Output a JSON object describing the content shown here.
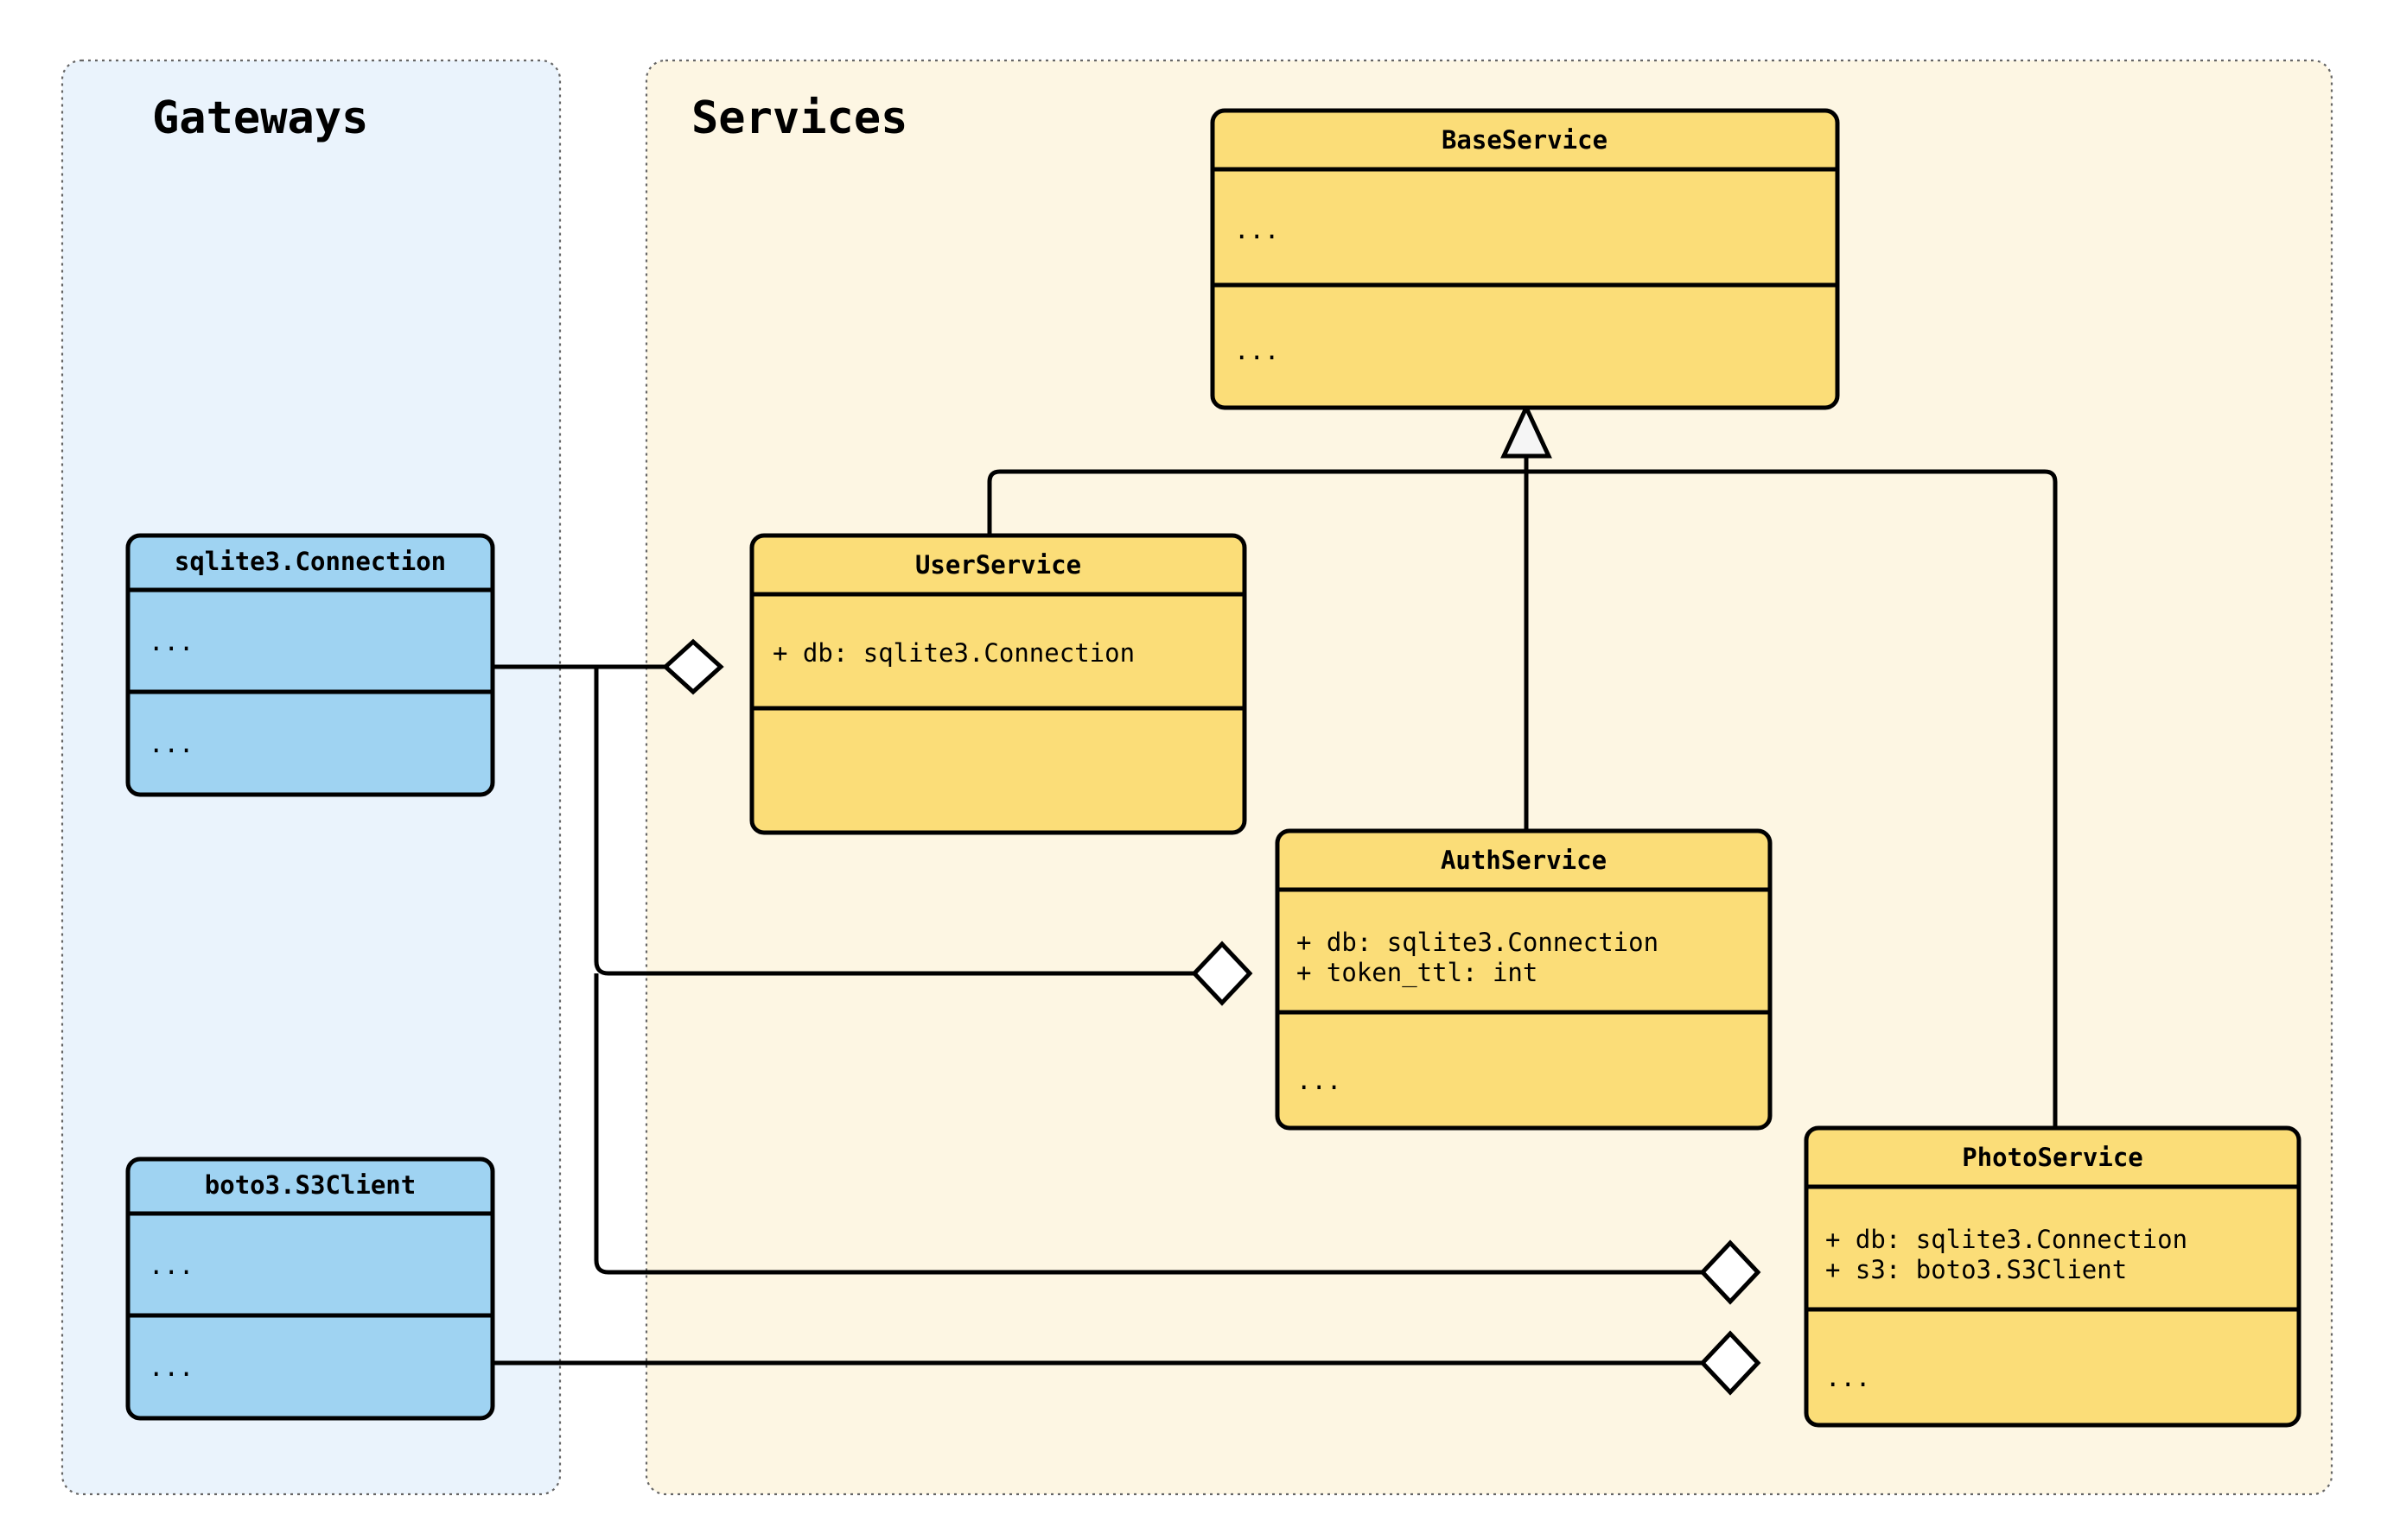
{
  "diagram": {
    "kind": "uml-class-diagram",
    "colors": {
      "gateway_package_fill": "#eaf3fc",
      "gateway_class_fill": "#9fd3f2",
      "service_package_fill": "#fdf6e3",
      "service_class_fill": "#fbdd78",
      "service_class_header_fill": "#fcd968",
      "stroke": "#000000",
      "package_border": "#666666",
      "diamond_fill": "#ffffff",
      "triangle_fill": "#f5f5f5",
      "background": "#ffffff"
    },
    "packages": [
      {
        "id": "gateways",
        "label": "Gateways"
      },
      {
        "id": "services",
        "label": "Services"
      }
    ],
    "classes": [
      {
        "id": "sqlite3_connection",
        "name": "sqlite3.Connection",
        "package": "gateways",
        "attributes": [
          "..."
        ],
        "methods": [
          "..."
        ]
      },
      {
        "id": "boto3_s3client",
        "name": "boto3.S3Client",
        "package": "gateways",
        "attributes": [
          "..."
        ],
        "methods": [
          "..."
        ]
      },
      {
        "id": "base_service",
        "name": "BaseService",
        "package": "services",
        "attributes": [
          "..."
        ],
        "methods": [
          "..."
        ]
      },
      {
        "id": "user_service",
        "name": "UserService",
        "package": "services",
        "attributes": [
          "+ db: sqlite3.Connection"
        ],
        "methods": [
          ""
        ]
      },
      {
        "id": "auth_service",
        "name": "AuthService",
        "package": "services",
        "attributes": [
          "+ db: sqlite3.Connection",
          "+ token_ttl: int"
        ],
        "methods": [
          "..."
        ]
      },
      {
        "id": "photo_service",
        "name": "PhotoService",
        "package": "services",
        "attributes": [
          "+ db: sqlite3.Connection",
          "+ s3: boto3.S3Client"
        ],
        "methods": [
          "..."
        ]
      }
    ],
    "relationships": [
      {
        "id": "rel-user-inherits-base",
        "type": "generalization",
        "from": "user_service",
        "to": "base_service"
      },
      {
        "id": "rel-auth-inherits-base",
        "type": "generalization",
        "from": "auth_service",
        "to": "base_service"
      },
      {
        "id": "rel-photo-inherits-base",
        "type": "generalization",
        "from": "photo_service",
        "to": "base_service"
      },
      {
        "id": "rel-user-db",
        "type": "aggregation",
        "from": "sqlite3_connection",
        "to": "user_service"
      },
      {
        "id": "rel-auth-db",
        "type": "aggregation",
        "from": "sqlite3_connection",
        "to": "auth_service"
      },
      {
        "id": "rel-photo-db",
        "type": "aggregation",
        "from": "sqlite3_connection",
        "to": "photo_service"
      },
      {
        "id": "rel-photo-s3",
        "type": "aggregation",
        "from": "boto3_s3client",
        "to": "photo_service"
      }
    ]
  }
}
